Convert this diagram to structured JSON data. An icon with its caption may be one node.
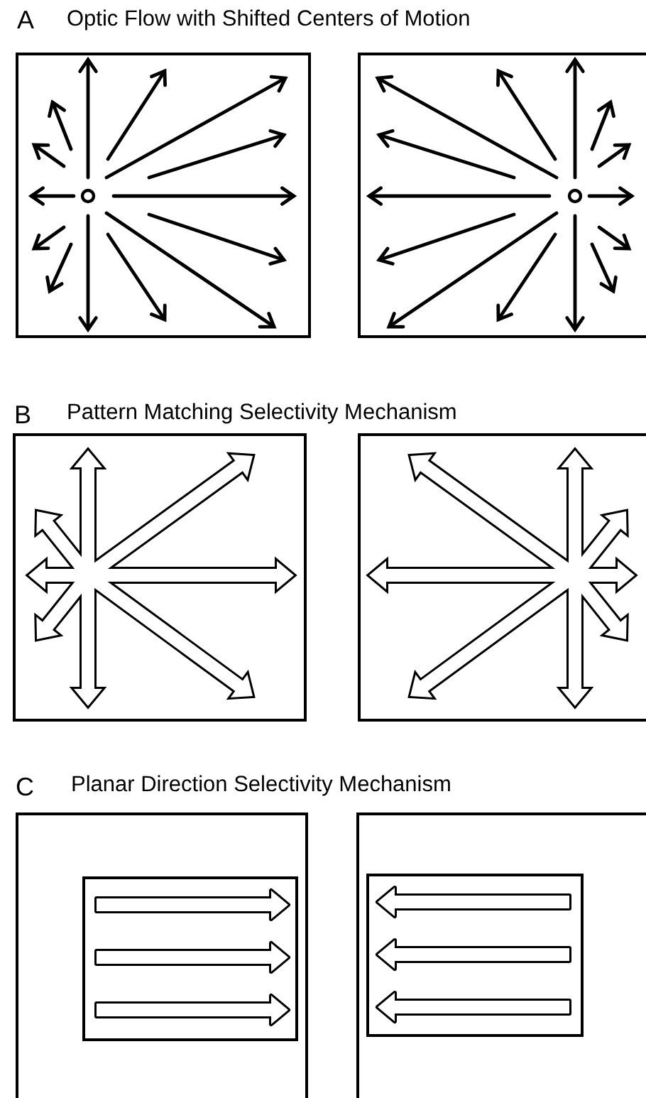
{
  "diagram": {
    "labels": [
      "A",
      "Optic Flow with Shifted Centers of Motion",
      "B",
      "Pattern Matching Selectivity Mechanism",
      "C",
      "Planar Direction Selectivity Mechanism"
    ]
  }
}
